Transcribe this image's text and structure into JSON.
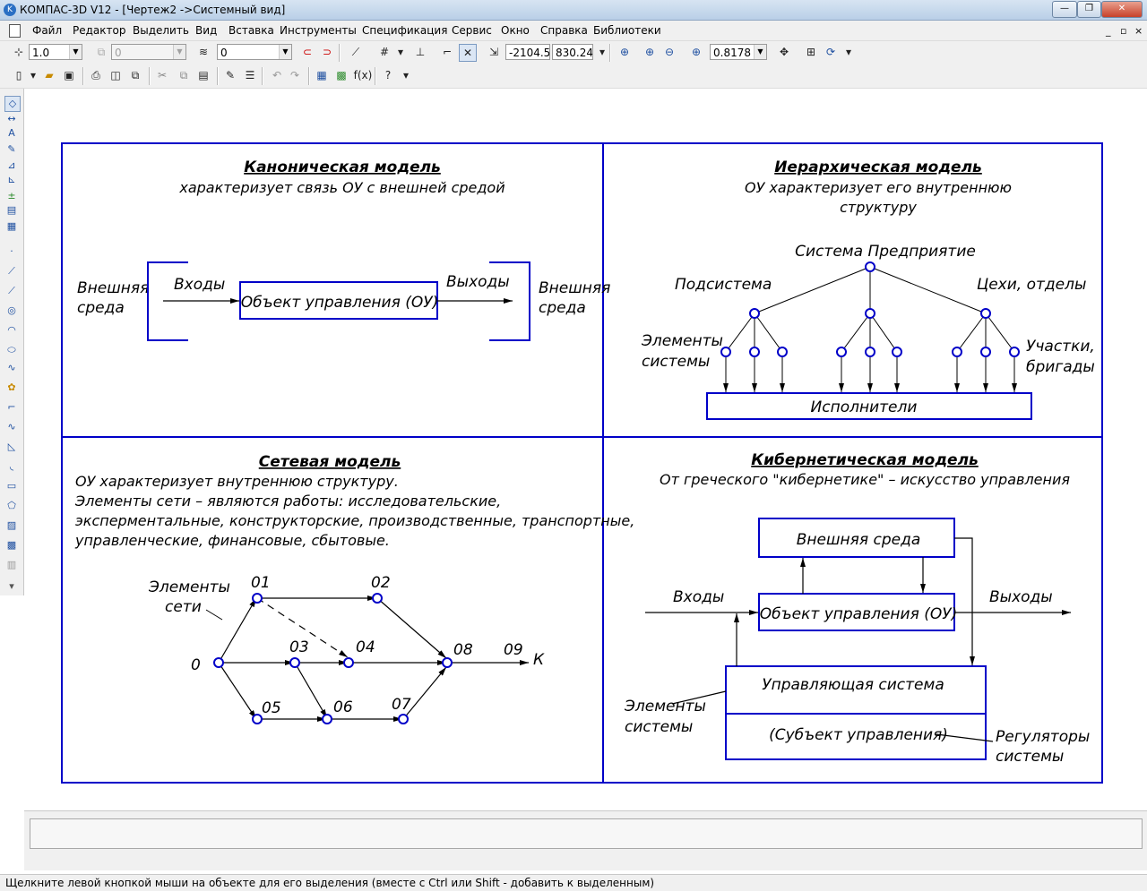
{
  "window": {
    "title": "КОМПАС-3D V12 - [Чертеж2 ->Системный вид]",
    "buttons": {
      "minimize": "—",
      "restore": "❐",
      "close": "✕"
    }
  },
  "menu": {
    "items": [
      "Файл",
      "Редактор",
      "Выделить",
      "Вид",
      "Вставка",
      "Инструменты",
      "Спецификация",
      "Сервис",
      "Окно",
      "Справка",
      "Библиотеки"
    ],
    "mdi_controls": [
      "_",
      "▫",
      "×"
    ]
  },
  "toolbar1": {
    "step": "1.0",
    "angle": "0",
    "layer": "0",
    "coord_x": "-2104.5",
    "coord_y": "830.24",
    "zoom": "0.8178"
  },
  "statusbar": {
    "message": "Щелкните левой кнопкой мыши на объекте для его выделения (вместе с Ctrl или Shift - добавить к выделенным)"
  },
  "drawing": {
    "canonical": {
      "title": "Каноническая модель",
      "subtitle": "характеризует связь ОУ с внешней средой",
      "env_left_1": "Внешняя",
      "env_left_2": "среда",
      "inputs": "Входы",
      "object": "Объект управления (ОУ)",
      "outputs": "Выходы",
      "env_right_1": "Внешняя",
      "env_right_2": "среда"
    },
    "hierarchical": {
      "title": "Иерархическая модель",
      "subtitle_1": "ОУ характеризует его внутреннюю",
      "subtitle_2": "структуру",
      "root": "Система Предприятие",
      "subsystem": "Подсистема",
      "workshops": "Цехи, отделы",
      "elements_1": "Элементы",
      "elements_2": "системы",
      "sections_1": "Участки,",
      "sections_2": "бригады",
      "executors": "Исполнители"
    },
    "network": {
      "title": "Сетевая модель",
      "line1": "ОУ характеризует внутреннюю структуру.",
      "line2": "Элементы сети – являются работы: исследовательские,",
      "line3": "эксперментальные, конструкторские, производственные, транспортные,",
      "line4": "управленческие, финансовые, сбытовые.",
      "elements_1": "Элементы",
      "elements_2": "сети",
      "nodes": [
        "0",
        "01",
        "02",
        "03",
        "04",
        "05",
        "06",
        "07",
        "08",
        "09",
        "К"
      ]
    },
    "cybernetic": {
      "title": "Кибернетическая модель",
      "subtitle": "От греческого \"кибернетике\" – искусство управления",
      "env": "Внешняя среда",
      "object": "Объект управления (ОУ)",
      "inputs": "Входы",
      "outputs": "Выходы",
      "control": "Управляющая система",
      "subject": "(Субъект управления)",
      "elements_1": "Элементы",
      "elements_2": "системы",
      "regulators_1": "Регуляторы",
      "regulators_2": "системы"
    }
  }
}
